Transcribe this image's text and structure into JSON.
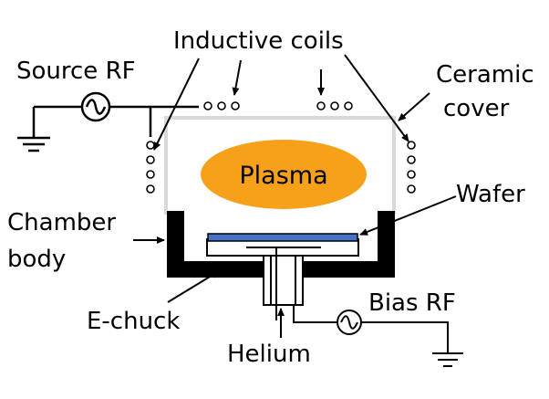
{
  "labels": {
    "inductive_coils": "Inductive coils",
    "source_rf": "Source RF",
    "ceramic_cover_line1": "Ceramic",
    "ceramic_cover_line2": "cover",
    "plasma": "Plasma",
    "wafer": "Wafer",
    "chamber_body_line1": "Chamber",
    "chamber_body_line2": "body",
    "e_chuck": "E-chuck",
    "bias_rf": "Bias RF",
    "helium": "Helium"
  },
  "colors": {
    "plasma": "#F7A11A",
    "wafer": "#4472C4",
    "line": "#000000",
    "ceramic_cover": "#D9D9D9",
    "chamber_body": "#000000"
  },
  "icons": {
    "source_rf": "ac-source-icon",
    "bias_rf": "ac-source-icon",
    "ground": "ground-icon"
  }
}
